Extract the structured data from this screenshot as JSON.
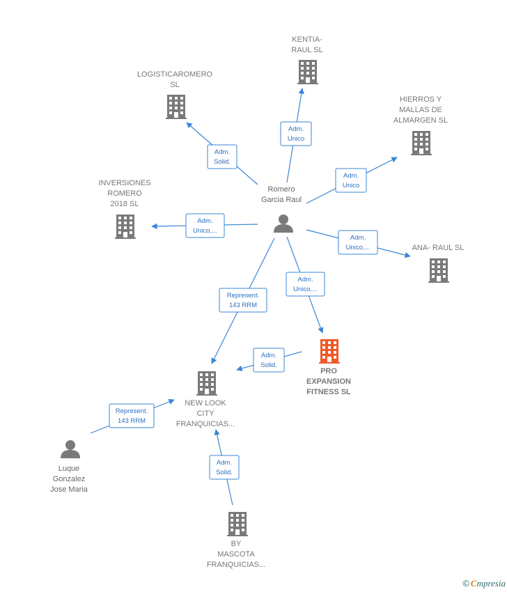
{
  "colors": {
    "edge": "#3a85d6",
    "building": "#7a7a7a",
    "building_selected": "#f05a28",
    "person": "#7a7a7a",
    "label": "#777777"
  },
  "nodes": [
    {
      "id": "romero",
      "type": "person",
      "lines": [
        "Romero",
        "Garcia Raul"
      ],
      "icon": "person-icon"
    },
    {
      "id": "kentia",
      "type": "company",
      "lines": [
        "KENTIA-",
        "RAUL SL"
      ],
      "icon": "building-icon"
    },
    {
      "id": "logistica",
      "type": "company",
      "lines": [
        "LOGISTICAROMERO",
        "SL"
      ],
      "icon": "building-icon"
    },
    {
      "id": "hierros",
      "type": "company",
      "lines": [
        "HIERROS Y",
        "MALLAS DE",
        "ALMARGEN SL"
      ],
      "icon": "building-icon"
    },
    {
      "id": "inversiones",
      "type": "company",
      "lines": [
        "INVERSIONES",
        "ROMERO",
        "2018  SL"
      ],
      "icon": "building-icon"
    },
    {
      "id": "anaraul",
      "type": "company",
      "lines": [
        "ANA- RAUL SL"
      ],
      "icon": "building-icon"
    },
    {
      "id": "pro",
      "type": "company",
      "selected": true,
      "lines": [
        "PRO",
        "EXPANSION",
        "FITNESS  SL"
      ],
      "icon": "building-icon"
    },
    {
      "id": "newlook",
      "type": "company",
      "lines": [
        "NEW LOOK",
        "CITY",
        "FRANQUICIAS..."
      ],
      "icon": "building-icon"
    },
    {
      "id": "luque",
      "type": "person",
      "lines": [
        "Luque",
        "Gonzalez",
        "Jose Maria"
      ],
      "icon": "person-icon"
    },
    {
      "id": "by",
      "type": "company",
      "lines": [
        "BY",
        "MASCOTA",
        "FRANQUICIAS..."
      ],
      "icon": "building-icon"
    }
  ],
  "edges": [
    {
      "from": "romero",
      "to": "kentia",
      "label": [
        "Adm.",
        "Unico"
      ]
    },
    {
      "from": "romero",
      "to": "logistica",
      "label": [
        "Adm.",
        "Solid."
      ]
    },
    {
      "from": "romero",
      "to": "hierros",
      "label": [
        "Adm.",
        "Unico"
      ]
    },
    {
      "from": "romero",
      "to": "inversiones",
      "label": [
        "Adm.",
        "Unico,..."
      ]
    },
    {
      "from": "romero",
      "to": "anaraul",
      "label": [
        "Adm.",
        "Unico,..."
      ]
    },
    {
      "from": "romero",
      "to": "pro",
      "label": [
        "Adm.",
        "Unico,..."
      ]
    },
    {
      "from": "romero",
      "to": "newlook",
      "label": [
        "Represent.",
        "143 RRM"
      ]
    },
    {
      "from": "pro",
      "to": "newlook",
      "label": [
        "Adm.",
        "Solid."
      ]
    },
    {
      "from": "luque",
      "to": "newlook",
      "label": [
        "Represent.",
        "143 RRM"
      ]
    },
    {
      "from": "by",
      "to": "newlook",
      "label": [
        "Adm.",
        "Solid."
      ]
    }
  ],
  "brand": {
    "copyright": "©",
    "name_first": "C",
    "name_rest": "mpresia"
  }
}
